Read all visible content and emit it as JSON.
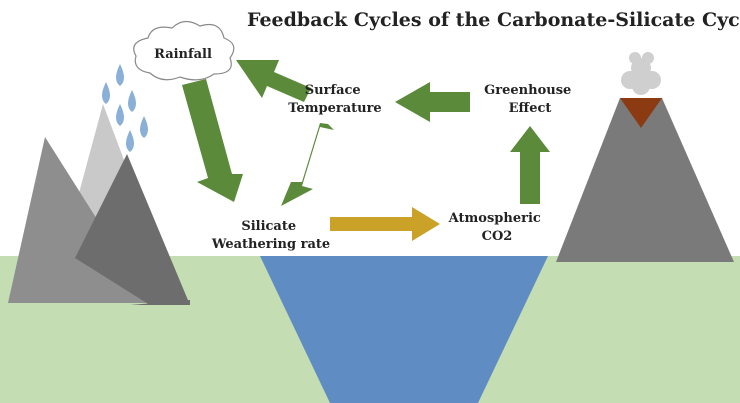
{
  "title": "Feedback Cycles of the Carbonate-Silicate Cycle",
  "nodes": {
    "rainfall": "Rainfall",
    "surface_temp": [
      "Surface",
      "Temperature"
    ],
    "greenhouse": [
      "Greenhouse",
      "Effect"
    ],
    "silicate": [
      "Silicate",
      "Weathering rate"
    ],
    "co2": [
      "Atmospheric",
      "CO2"
    ]
  },
  "colors": {
    "feedback_arrow": "#5a8a3a",
    "carbon_arrow": "#c9a227",
    "ground": "#c4ddb3",
    "ocean": "#5f8cc3",
    "rain_drop": "#8ab0d8",
    "magma": "#8b3a12"
  }
}
